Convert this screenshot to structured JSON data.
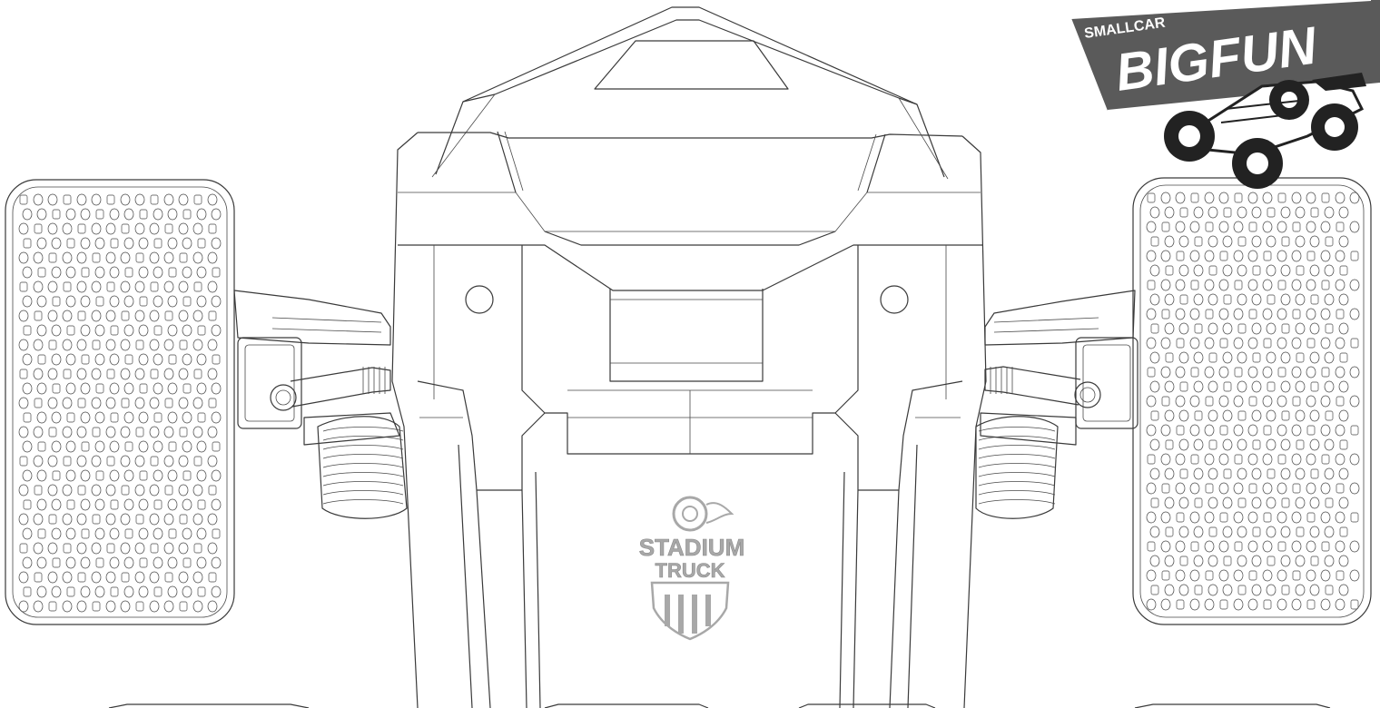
{
  "logo_top_right": {
    "line1": "SMALLCAR",
    "line2": "BIGFUN",
    "bg_color": "#5a5a5a",
    "text_color": "#ffffff"
  },
  "emblem_center": {
    "line1": "STADIUM",
    "line2": "TRUCK",
    "color": "#a8a8a8",
    "icon": "wheel-flame-icon"
  },
  "colors": {
    "line": "#3a3a3a",
    "background": "#ffffff"
  }
}
